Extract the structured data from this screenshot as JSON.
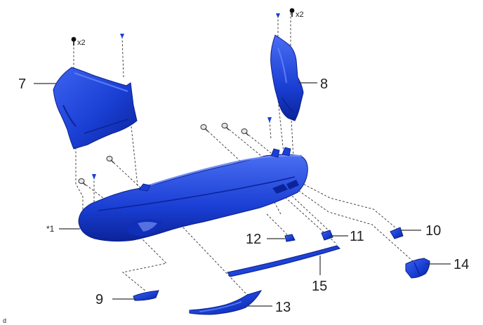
{
  "diagram": {
    "colors": {
      "part_fill": "#1a3fd4",
      "part_highlight": "#3d63f0",
      "part_shadow": "#0b2399",
      "line": "#333333",
      "text": "#222222"
    },
    "callouts": {
      "c7": "7",
      "c8": "8",
      "c1": "*1",
      "c9": "9",
      "c10": "10",
      "c11": "11",
      "c12": "12",
      "c13": "13",
      "c14": "14",
      "c15": "15"
    },
    "quantities": {
      "left_screw": "x2",
      "right_screw": "x2"
    },
    "corner_mark": "d"
  }
}
